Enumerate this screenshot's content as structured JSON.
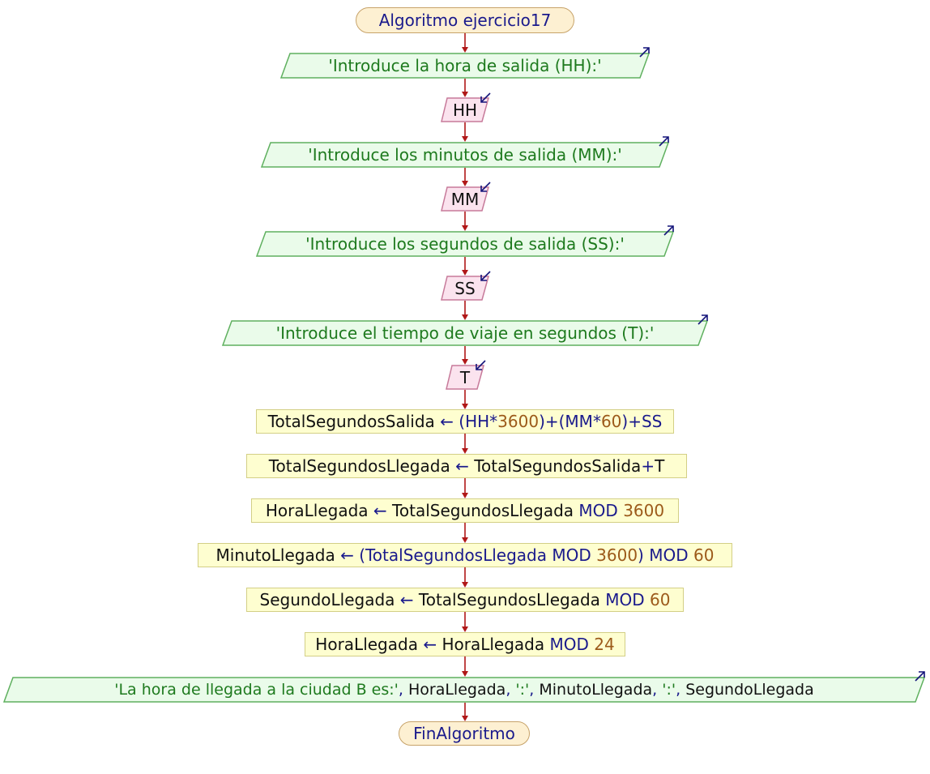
{
  "start": {
    "keyword": "Algoritmo",
    "name": "ejercicio17"
  },
  "end": {
    "keyword": "FinAlgoritmo"
  },
  "steps": {
    "out1": "'Introduce la hora de salida (HH):'",
    "in1": "HH",
    "out2": "'Introduce los minutos de salida (MM):'",
    "in2": "MM",
    "out3": "'Introduce los segundos de salida (SS):'",
    "in3": "SS",
    "out4": "'Introduce el tiempo de viaje en segundos (T):'",
    "in4": "T",
    "p1": {
      "target": "TotalSegundosSalida",
      "arrow": "←",
      "expr": [
        "(HH",
        "*",
        "3600",
        ")+(MM",
        "*",
        "60",
        ")+SS"
      ]
    },
    "p2": {
      "target": "TotalSegundosLlegada",
      "arrow": "←",
      "expr": [
        "TotalSegundosSalida",
        "+",
        "T"
      ]
    },
    "p3": {
      "target": "HoraLlegada",
      "arrow": "←",
      "expr": [
        "TotalSegundosLlegada",
        "MOD",
        "3600"
      ]
    },
    "p4": {
      "target": "MinutoLlegada",
      "arrow": "←",
      "expr": [
        "(TotalSegundosLlegada",
        "MOD",
        "3600",
        ")",
        "MOD",
        "60"
      ]
    },
    "p5": {
      "target": "SegundoLlegada",
      "arrow": "←",
      "expr": [
        "TotalSegundosLlegada",
        "MOD",
        "60"
      ]
    },
    "p6": {
      "target": "HoraLlegada",
      "arrow": "←",
      "expr": [
        "HoraLlegada",
        "MOD",
        "24"
      ]
    },
    "out5": {
      "msg": "'La hora de llegada a la ciudad B es:'",
      "sep1": ",",
      "v1": "HoraLlegada",
      "sep2": ",",
      "colon1": "':'",
      "sep3": ",",
      "v2": "MinutoLlegada",
      "sep4": ",",
      "colon2": "':'",
      "sep5": ",",
      "v3": "SegundoLlegada"
    }
  },
  "colors": {
    "line": "#b01818",
    "io_fill": "#eafbea",
    "io_stroke": "#5fb05f",
    "in_fill": "#fbe3ee",
    "in_stroke": "#c77a9a",
    "icon": "#14147a"
  }
}
